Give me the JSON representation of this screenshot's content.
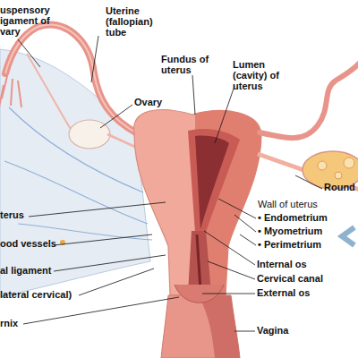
{
  "diagram": {
    "labels": [
      "uspensory igament of vary",
      "Uterine (fallopian) tube",
      "Fundus of uterus",
      "Lumen (cavity) of uterus",
      "Ovary",
      "Round",
      "Wall of uterus",
      "• Endometrium",
      "• Myometrium",
      "• Perimetrium",
      "terus",
      "ood vessels",
      "al ligament",
      "lateral cervical)",
      "rnix",
      "Internal os",
      "Cervical canal",
      "External os",
      "Vagina"
    ]
  }
}
